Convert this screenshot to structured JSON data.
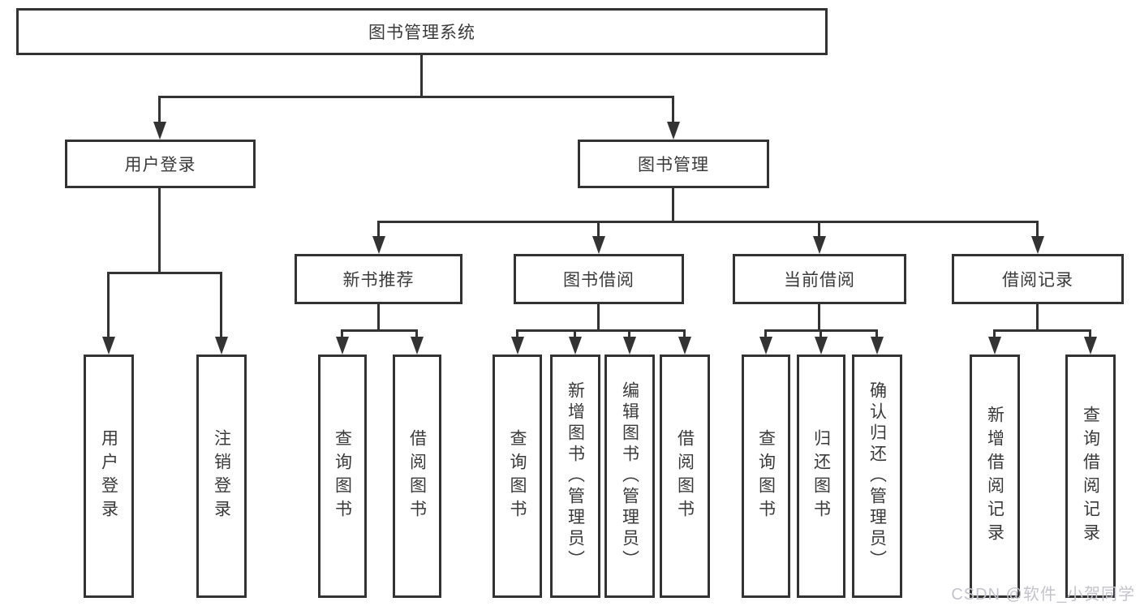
{
  "diagram_title": "图书管理系统",
  "nodes": {
    "root": "图书管理系统",
    "user_login": "用户登录",
    "book_mgmt": "图书管理",
    "new_book_rec": "新书推荐",
    "book_borrow": "图书借阅",
    "current_borrow": "当前借阅",
    "borrow_record": "借阅记录",
    "leaf_user_login": "用户登录",
    "leaf_logout": "注销登录",
    "leaf_rec_query": "查询图书",
    "leaf_rec_borrow": "借阅图书",
    "leaf_bor_query": "查询图书",
    "leaf_bor_add": "新增图书（管理员）",
    "leaf_bor_edit": "编辑图书（管理员）",
    "leaf_bor_borrow": "借阅图书",
    "leaf_cur_query": "查询图书",
    "leaf_cur_return": "归还图书",
    "leaf_cur_confirm": "确认归还（管理员）",
    "leaf_rcd_add": "新增借阅记录",
    "leaf_rcd_query": "查询借阅记录"
  },
  "watermark": "CSDN @软件_小贺同学",
  "colors": {
    "line": "#333333",
    "text": "#3a3a3a",
    "watermark": "#c3c3cc",
    "background": "#ffffff"
  }
}
